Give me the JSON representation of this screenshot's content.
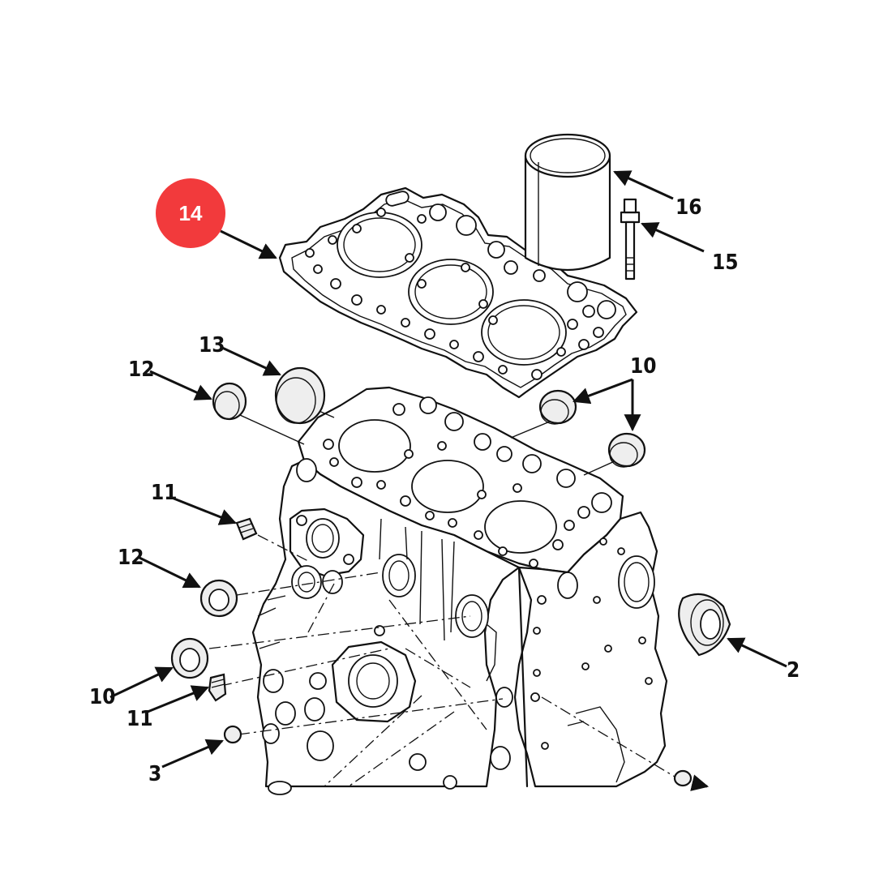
{
  "highlight": {
    "label": "14",
    "color": "#f23a3c"
  },
  "callouts": {
    "c16": "16",
    "c15": "15",
    "c13": "13",
    "c12a": "12",
    "c10a": "10",
    "c11a": "11",
    "c12b": "12",
    "c10b": "10",
    "c11b": "11",
    "c3": "3",
    "c2": "2"
  }
}
